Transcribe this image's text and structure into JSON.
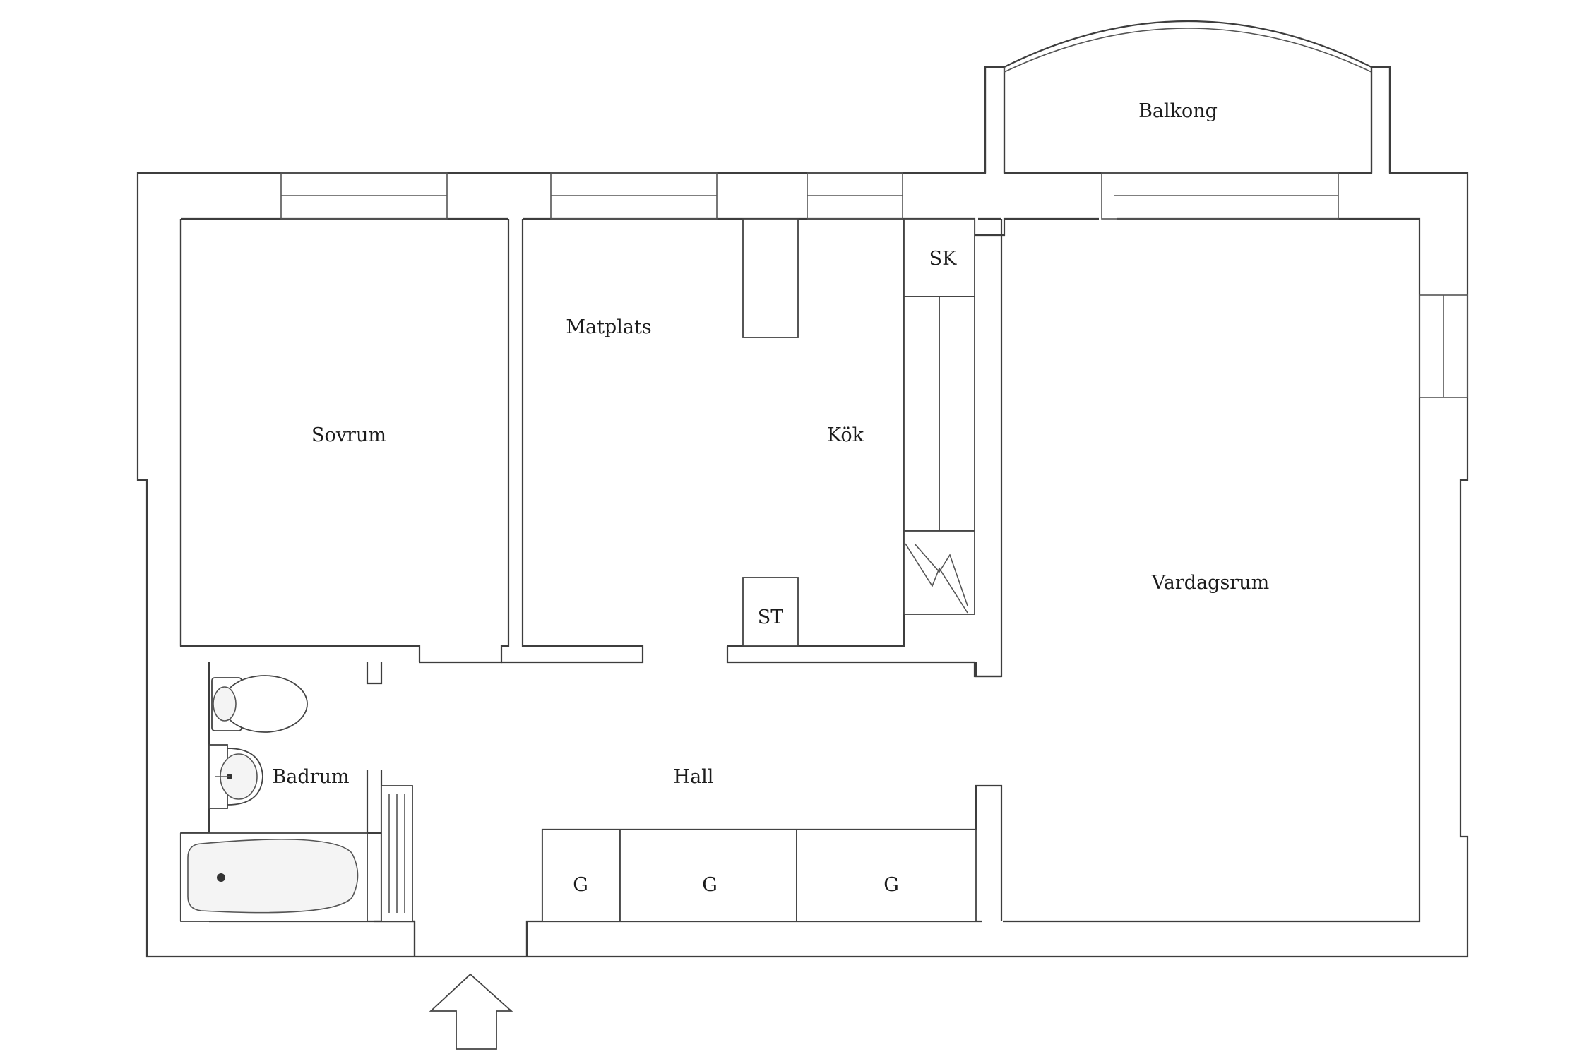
{
  "rooms": {
    "balkong": "Balkong",
    "sovrum": "Sovrum",
    "matplats": "Matplats",
    "kok": "Kök",
    "sk": "SK",
    "st": "ST",
    "vardagsrum": "Vardagsrum",
    "badrum": "Badrum",
    "hall": "Hall"
  },
  "closets": [
    {
      "label": "G"
    },
    {
      "label": "G"
    },
    {
      "label": "G"
    }
  ],
  "icons": {
    "entrance": "entrance-arrow-icon",
    "toilet": "toilet-icon",
    "sink": "sink-icon",
    "bathtub": "bathtub-icon",
    "radiator": "radiator-icon",
    "chimney": "chimney-icon"
  },
  "colors": {
    "line": "#3d3d3d",
    "background": "#ffffff"
  }
}
